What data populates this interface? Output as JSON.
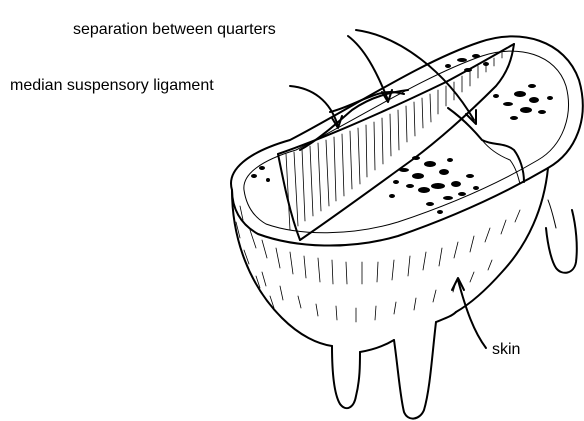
{
  "labels": {
    "separation": "separation between quarters",
    "ligament": "median suspensory ligament",
    "skin": "skin"
  },
  "colors": {
    "ink": "#000000",
    "background": "#ffffff"
  }
}
